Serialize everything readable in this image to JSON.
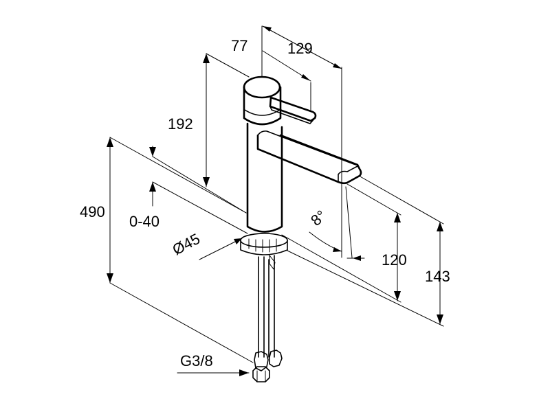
{
  "drawing": {
    "dimensions": {
      "d_77": "77",
      "d_129": "129",
      "d_192": "192",
      "d_490": "490",
      "d_0_40": "0-40",
      "d_diameter": "Ø45",
      "d_angle": "8°",
      "d_120": "120",
      "d_143": "143",
      "d_thread": "G3/8"
    }
  }
}
